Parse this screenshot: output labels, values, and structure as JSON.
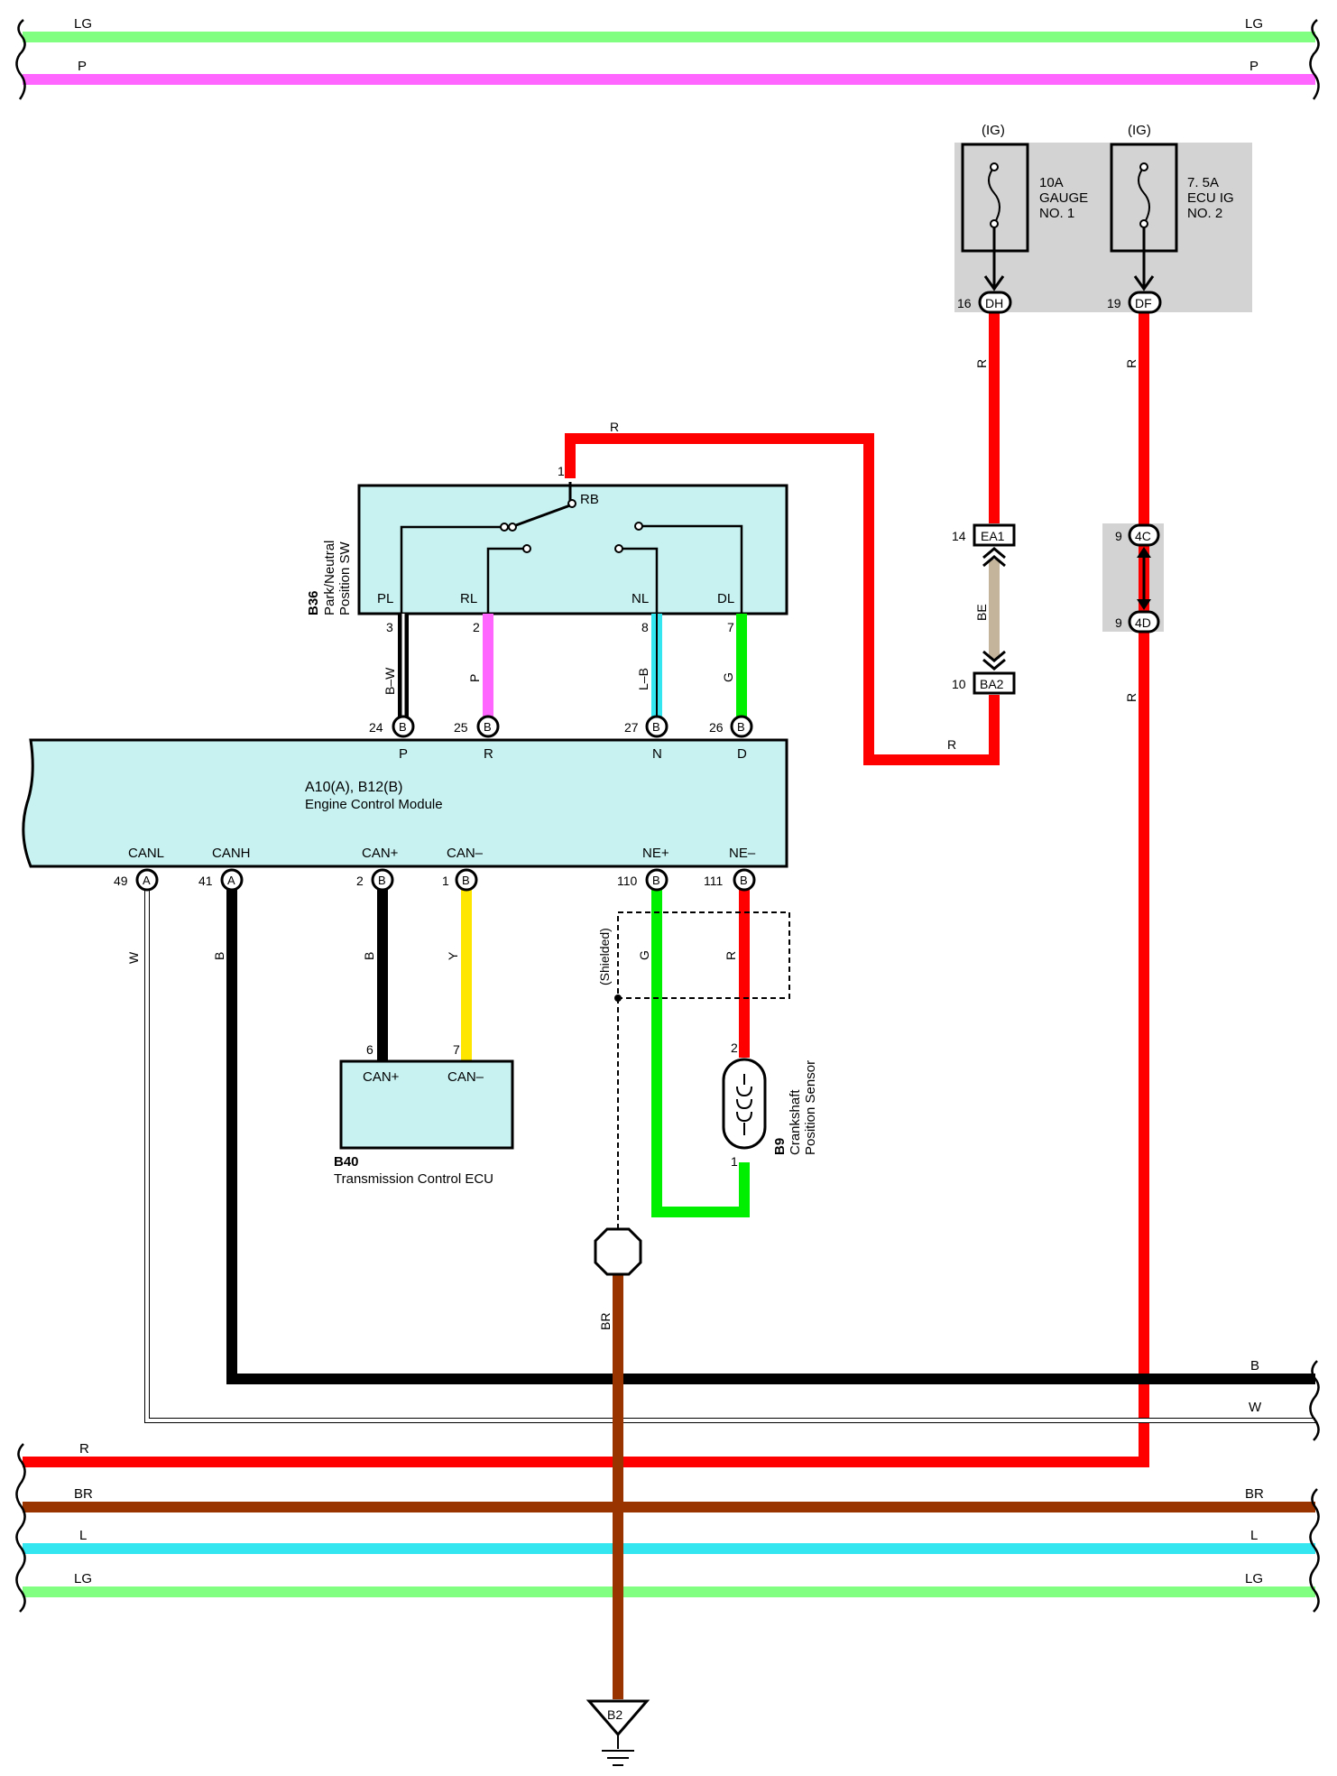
{
  "colors": {
    "LG": "#80ff80",
    "P": "#ff66ff",
    "R": "#ff0000",
    "BR": "#993300",
    "L": "#33e6f0",
    "B": "#000000",
    "W": "#ffffff",
    "Y": "#ffe600",
    "G": "#00ee00",
    "BE": "#c4b49c",
    "box_fill": "#c8f2f2",
    "fuse_block": "#d3d3d3"
  },
  "bus_wires": {
    "top": [
      {
        "code": "LG",
        "left_label": "LG",
        "right_label": "LG"
      },
      {
        "code": "P",
        "left_label": "P",
        "right_label": "P"
      }
    ],
    "bottom_right": [
      {
        "code": "B",
        "right_label": "B"
      },
      {
        "code": "W",
        "right_label": "W"
      }
    ],
    "bottom": [
      {
        "code": "R",
        "left_label": "R",
        "right_label": ""
      },
      {
        "code": "BR",
        "left_label": "BR",
        "right_label": "BR"
      },
      {
        "code": "L",
        "left_label": "L",
        "right_label": "L"
      },
      {
        "code": "LG",
        "left_label": "LG",
        "right_label": "LG"
      }
    ]
  },
  "fuses": [
    {
      "supply": "(IG)",
      "rating": "10A",
      "line2": "GAUGE",
      "line3": "NO. 1",
      "pin": "16",
      "connector": "DH",
      "wire": "R"
    },
    {
      "supply": "(IG)",
      "rating": "7. 5A",
      "line2": "ECU IG",
      "line3": "NO. 2",
      "pin": "19",
      "connector": "DF",
      "wire": "R"
    }
  ],
  "junctions": {
    "ea1": {
      "pin": "14",
      "label": "EA1"
    },
    "ba2": {
      "pin": "10",
      "label": "BA2"
    },
    "be_wire": "BE",
    "c4c": {
      "pin": "9",
      "label": "4C"
    },
    "c4d": {
      "pin": "9",
      "label": "4D"
    },
    "r_below_4d": "R"
  },
  "b36": {
    "code": "B36",
    "name_line1": "Park/Neutral",
    "name_line2": "Position SW",
    "input_pin": "1",
    "input_wire": "R",
    "rb": "RB",
    "terminals": [
      {
        "label": "PL",
        "pin": "3",
        "wire": "B–W",
        "code": "B",
        "ecm_pin": "24",
        "ecm_conn": "B",
        "ecm_label": "P"
      },
      {
        "label": "RL",
        "pin": "2",
        "wire": "P",
        "code": "P",
        "ecm_pin": "25",
        "ecm_conn": "B",
        "ecm_label": "R"
      },
      {
        "label": "NL",
        "pin": "8",
        "wire": "L–B",
        "code": "L",
        "ecm_pin": "27",
        "ecm_conn": "B",
        "ecm_label": "N"
      },
      {
        "label": "DL",
        "pin": "7",
        "wire": "G",
        "code": "G",
        "ecm_pin": "26",
        "ecm_conn": "B",
        "ecm_label": "D"
      }
    ]
  },
  "ecm": {
    "code": "A10(A), B12(B)",
    "name": "Engine Control Module",
    "r_to_ba2": "R",
    "bottom_terminals": [
      {
        "label": "CANL",
        "pin": "49",
        "conn": "A",
        "wire": "W"
      },
      {
        "label": "CANH",
        "pin": "41",
        "conn": "A",
        "wire": "B"
      },
      {
        "label": "CAN+",
        "pin": "2",
        "conn": "B",
        "wire": "B"
      },
      {
        "label": "CAN–",
        "pin": "1",
        "conn": "B",
        "wire": "Y"
      },
      {
        "label": "NE+",
        "pin": "110",
        "conn": "B",
        "wire": "G"
      },
      {
        "label": "NE–",
        "pin": "111",
        "conn": "B",
        "wire": "R"
      }
    ]
  },
  "b40": {
    "code": "B40",
    "name": "Transmission Control ECU",
    "terminals": [
      {
        "label": "CAN+",
        "pin": "6"
      },
      {
        "label": "CAN–",
        "pin": "7"
      }
    ]
  },
  "b9": {
    "code": "B9",
    "name_line1": "Crankshaft",
    "name_line2": "Position Sensor",
    "pin_top": "2",
    "pin_bottom": "1"
  },
  "shield": {
    "label": "(Shielded)"
  },
  "ground": {
    "wire": "BR",
    "label": "B2"
  }
}
